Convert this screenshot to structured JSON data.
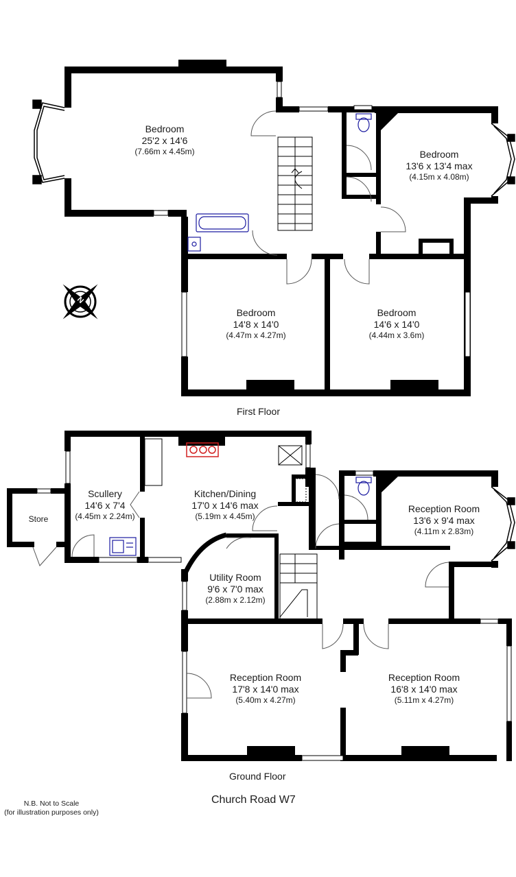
{
  "first_floor": {
    "label": "First Floor",
    "rooms": [
      {
        "name": "Bedroom",
        "dims": "25'2 x 14'6",
        "metric": "(7.66m x 4.45m)"
      },
      {
        "name": "Bedroom",
        "dims": "13'6 x 13'4 max",
        "metric": "(4.15m x 4.08m)"
      },
      {
        "name": "Bedroom",
        "dims": "14'8 x 14'0",
        "metric": "(4.47m x 4.27m)"
      },
      {
        "name": "Bedroom",
        "dims": "14'6 x 14'0",
        "metric": "(4.44m x 3.6m)"
      }
    ]
  },
  "ground_floor": {
    "label": "Ground Floor",
    "rooms": [
      {
        "name": "Store",
        "dims": "",
        "metric": ""
      },
      {
        "name": "Scullery",
        "dims": "14'6 x 7'4",
        "metric": "(4.45m x 2.24m)"
      },
      {
        "name": "Kitchen/Dining",
        "dims": "17'0 x 14'6 max",
        "metric": "(5.19m x 4.45m)"
      },
      {
        "name": "Reception Room",
        "dims": "13'6 x 9'4 max",
        "metric": "(4.11m x 2.83m)"
      },
      {
        "name": "Utility Room",
        "dims": "9'6 x 7'0 max",
        "metric": "(2.88m x 2.12m)"
      },
      {
        "name": "Reception Room",
        "dims": "17'8 x 14'0 max",
        "metric": "(5.40m x 4.27m)"
      },
      {
        "name": "Reception Room",
        "dims": "16'8 x 14'0 max",
        "metric": "(5.11m x 4.27m)"
      }
    ]
  },
  "title": "Church Road W7",
  "note": {
    "line1": "N.B. Not to Scale",
    "line2": "(for illustration purposes only)"
  },
  "compass": {
    "letter": "N"
  },
  "colors": {
    "wall": "#000000",
    "fixture": "#1a1aa0",
    "hob": "#d22020",
    "door": "#555555"
  }
}
